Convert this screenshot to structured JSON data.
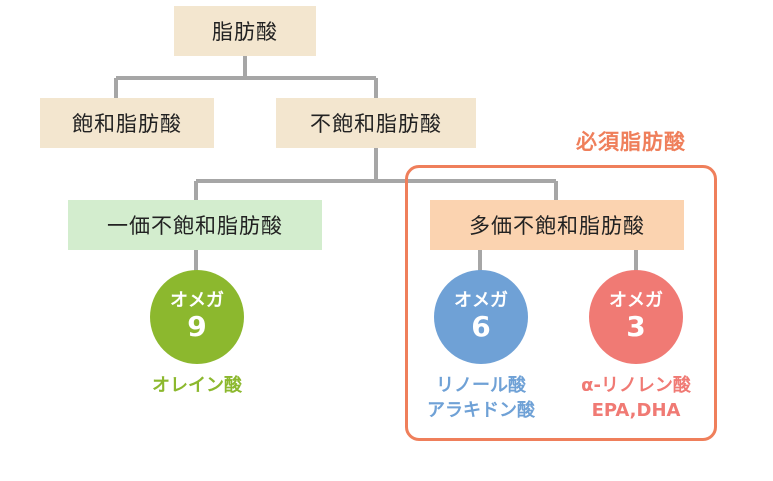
{
  "nodes": {
    "root": "脂肪酸",
    "saturated": "飽和脂肪酸",
    "unsaturated": "不飽和脂肪酸",
    "mono": "一価不飽和脂肪酸",
    "poly": "多価不飽和脂肪酸"
  },
  "essential_label": "必須脂肪酸",
  "omega9": {
    "title": "オメガ",
    "number": "9",
    "examples": [
      "オレイン酸"
    ]
  },
  "omega6": {
    "title": "オメガ",
    "number": "6",
    "examples": [
      "リノール酸",
      "アラキドン酸"
    ]
  },
  "omega3": {
    "title": "オメガ",
    "number": "3",
    "examples": [
      "α-リノレン酸",
      "EPA,DHA"
    ]
  },
  "colors": {
    "beige": "#f3e6cf",
    "green_box": "#d3edce",
    "orange_box": "#fbd3b0",
    "omega9": "#8cb82e",
    "omega6": "#6fa1d6",
    "omega3": "#f07a74",
    "highlight": "#ef7f5b",
    "connector": "#a6a6a6"
  }
}
